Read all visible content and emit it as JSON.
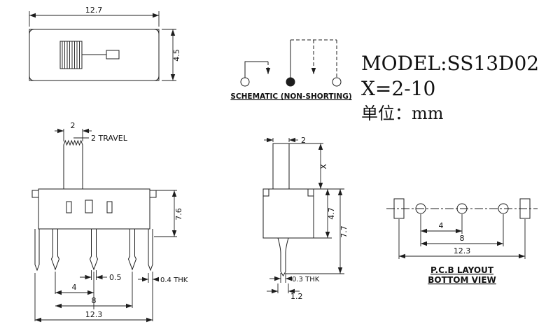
{
  "colors": {
    "background": "#ffffff",
    "ink": "#1d1d1d"
  },
  "title_block": {
    "model": "MODEL:SS13D02",
    "x_range": "X=2-10",
    "unit": "单位：mm"
  },
  "schematic": {
    "label": "SCHEMATIC (NON-SHORTING)"
  },
  "top_view": {
    "width": "12.7",
    "height": "4.5"
  },
  "front_view": {
    "knob_width": "2",
    "travel": "2 TRAVEL",
    "body_height": "7.6",
    "pin_width": "0.5",
    "pin_pitch": "4",
    "pin_span": "8",
    "total_width": "12.3",
    "tab_thickness": "0.4 THK"
  },
  "side_view": {
    "knob_width": "2",
    "stem_height": "X",
    "body_height": "4.7",
    "total_height": "7.7",
    "pin_thickness": "0.3 THK",
    "pin_width": "1.2"
  },
  "pcb_layout": {
    "hole_pitch": "4",
    "hole_span": "8",
    "total_width": "12.3",
    "label_line1": "P.C.B LAYOUT",
    "label_line2": "BOTTOM VIEW"
  }
}
